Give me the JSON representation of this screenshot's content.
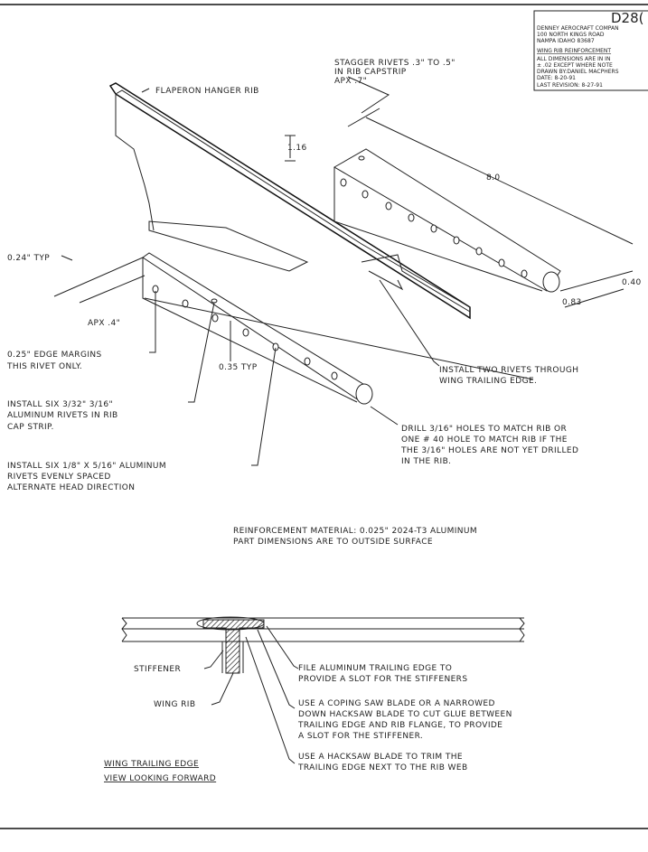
{
  "title_block": {
    "drawing_number": "D28(",
    "company": "DENNEY AEROCRAFT COMPAN",
    "address": "100 NORTH KINGS ROAD",
    "city": "NAMPA IDAHO 83687",
    "title": "WING RIB REINFORCEMENT",
    "note_1": "ALL DIMENSIONS ARE IN IN",
    "note_2": "± .02 EXCEPT WHERE NOTE",
    "drawn_by": "DRAWN BY:DANIEL MACPHERS",
    "date": "DATE: 8-20-91",
    "last_revision": "LAST REVISION:  8-27-91"
  },
  "isometric_view": {
    "stagger": [
      "STAGGER RIVETS .3\" TO .5\"",
      "IN RIB CAPSTRIP",
      "APX .7\""
    ],
    "flaperon": "FLAPERON HANGER RIB",
    "dim_116": "1.16",
    "dim_80": "8.0",
    "dim_024": "0.24\" TYP",
    "dim_040": "0.40",
    "dim_083": "0.83",
    "dim_apx4": "APX .4\"",
    "edge_margins": [
      "0.25\" EDGE MARGINS",
      "THIS RIVET ONLY."
    ],
    "dim_035": "0.35 TYP",
    "install_two": [
      "INSTALL TWO RIVETS THROUGH",
      "WING TRAILING EDGE."
    ],
    "install_six_cap": [
      "INSTALL SIX 3/32\" 3/16\"",
      "ALUMINUM RIVETS IN RIB",
      "CAP STRIP."
    ],
    "drill": [
      "DRILL 3/16\" HOLES TO MATCH RIB OR",
      "ONE # 40 HOLE TO MATCH RIB IF THE",
      "THE 3/16\" HOLES ARE NOT YET DRILLED",
      "IN THE RIB."
    ],
    "install_six_alum": [
      "INSTALL SIX 1/8\" X 5/16\" ALUMINUM",
      "RIVETS EVENLY SPACED",
      "ALTERNATE HEAD DIRECTION"
    ]
  },
  "material_note": [
    "REINFORCEMENT MATERIAL: 0.025\" 2024-T3 ALUMINUM",
    "PART DIMENSIONS ARE TO OUTSIDE SURFACE"
  ],
  "section_view": {
    "stiffener": "STIFFENER",
    "wing_rib": "WING RIB",
    "file_note": [
      "FILE ALUMINUM TRAILING EDGE TO",
      "PROVIDE A SLOT FOR THE STIFFENERS"
    ],
    "coping_note": [
      "USE A COPING SAW BLADE OR A NARROWED",
      "DOWN HACKSAW BLADE TO CUT GLUE BETWEEN",
      "TRAILING EDGE AND RIB FLANGE, TO PROVIDE",
      "A SLOT FOR THE STIFFENER."
    ],
    "hacksaw_note": [
      "USE A HACKSAW BLADE TO TRIM THE",
      "TRAILING EDGE NEXT TO THE RIB WEB"
    ],
    "caption": [
      "WING TRAILING EDGE",
      "VIEW LOOKING FORWARD"
    ]
  }
}
